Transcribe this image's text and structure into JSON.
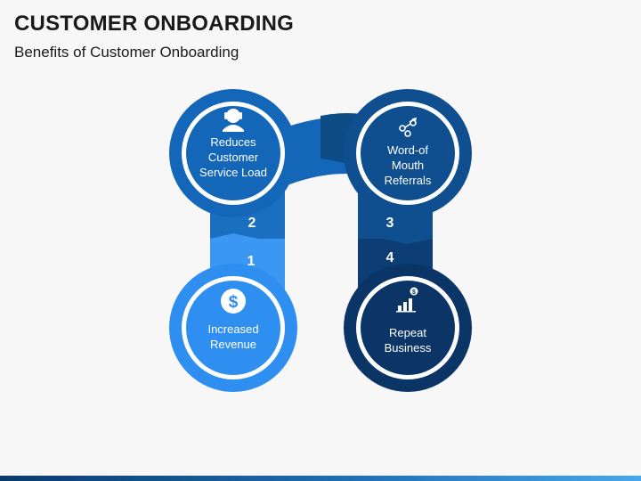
{
  "header": {
    "title": "CUSTOMER ONBOARDING",
    "subtitle": "Benefits of Customer Onboarding"
  },
  "steps": [
    {
      "number": "1",
      "label_lines": [
        "Increased",
        "Revenue"
      ],
      "icon": "dollar-coin-icon",
      "color": "#2f8ff0"
    },
    {
      "number": "2",
      "label_lines": [
        "Reduces",
        "Customer",
        "Service Load"
      ],
      "icon": "customer-service-agent-icon",
      "color": "#1467b8"
    },
    {
      "number": "3",
      "label_lines": [
        "Word-of",
        "Mouth",
        "Referrals"
      ],
      "icon": "referral-network-icon",
      "color": "#0f4f8f"
    },
    {
      "number": "4",
      "label_lines": [
        "Repeat",
        "Business"
      ],
      "icon": "growth-chart-icon",
      "color": "#0b3566"
    }
  ],
  "colors": {
    "step1": "#2f8ff0",
    "step2": "#1467b8",
    "step3": "#0f4f8f",
    "step4": "#0b3566",
    "ring": "#ffffff"
  }
}
